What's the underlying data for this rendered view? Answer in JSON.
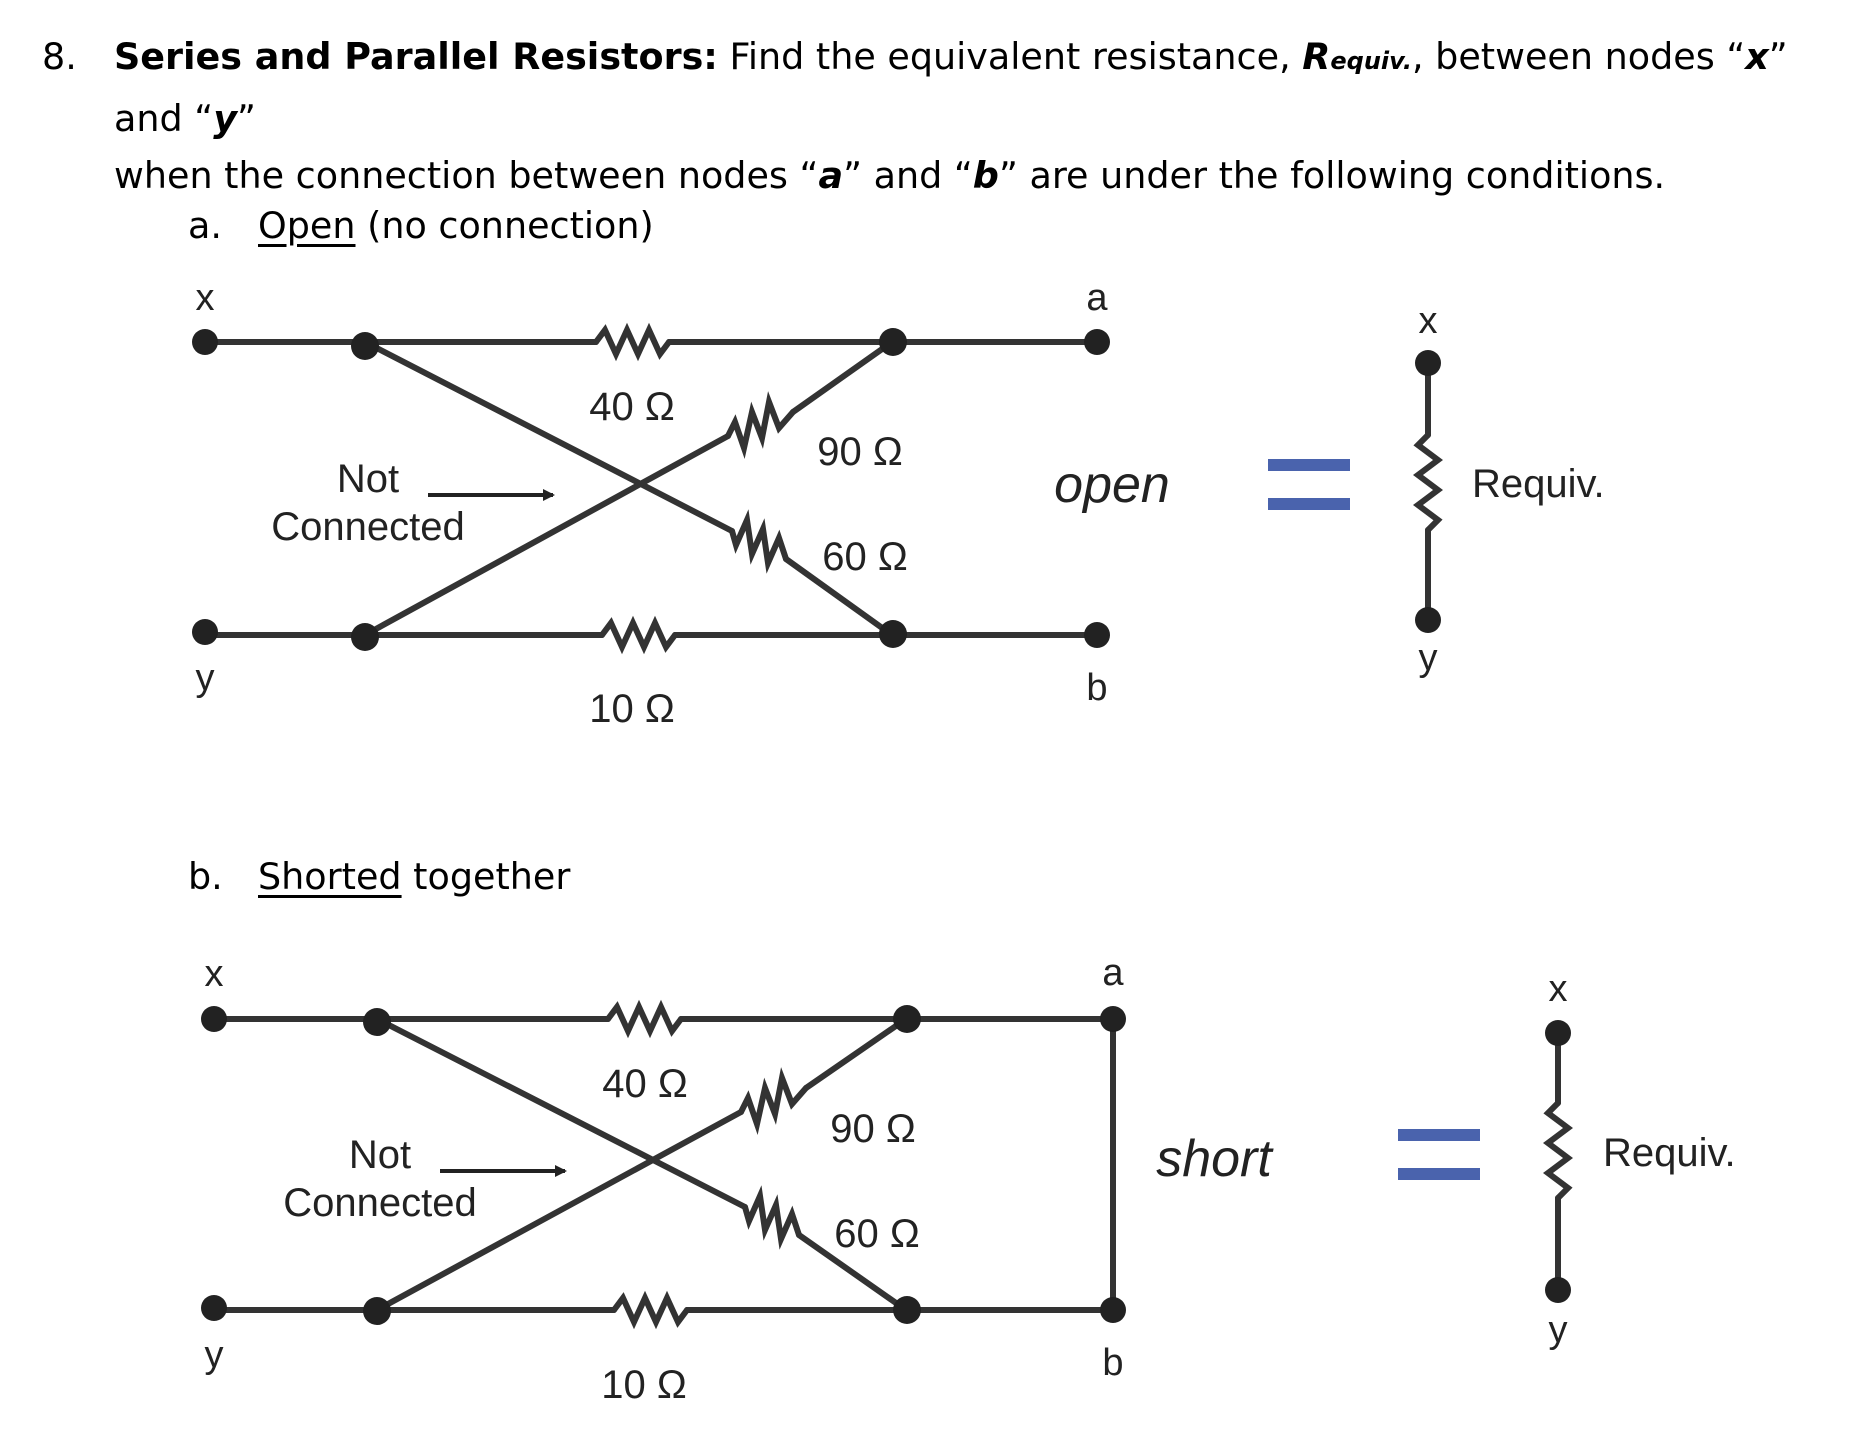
{
  "question": {
    "number": "8.",
    "title": "Series and Parallel Resistors:",
    "text_1": "Find the equivalent resistance,",
    "r_symbol": "R",
    "r_subscript": "equiv.",
    "text_2": ", between nodes “",
    "node_x": "x",
    "text_3": "” and “",
    "node_y": "y",
    "text_4": "”",
    "line2_1": "when the connection between nodes “",
    "node_a": "a",
    "line2_2": "” and “",
    "node_b": "b",
    "line2_3": "” are under the following conditions."
  },
  "parts": [
    {
      "letter": "a.",
      "condition": "Open",
      "condition_rest": " (no connection)",
      "nodes": {
        "x": "x",
        "y": "y",
        "a": "a",
        "b": "b"
      },
      "resistors": {
        "top": "40 Ω",
        "bottom": "10 Ω",
        "upper_diag": "90 Ω",
        "lower_diag": "60 Ω"
      },
      "not_connected": [
        "Not",
        "Connected"
      ],
      "state": "open",
      "equiv": {
        "x": "x",
        "y": "y",
        "label": "Requiv."
      }
    },
    {
      "letter": "b.",
      "condition": "Shorted",
      "condition_rest": " together",
      "nodes": {
        "x": "x",
        "y": "y",
        "a": "a",
        "b": "b"
      },
      "resistors": {
        "top": "40 Ω",
        "bottom": "10 Ω",
        "upper_diag": "90 Ω",
        "lower_diag": "60 Ω"
      },
      "not_connected": [
        "Not",
        "Connected"
      ],
      "state": "short",
      "equiv": {
        "x": "x",
        "y": "y",
        "label": "Requiv."
      }
    }
  ],
  "colors": {
    "wire": "#333333",
    "equals": "#4a63ad",
    "text": "#000000"
  }
}
